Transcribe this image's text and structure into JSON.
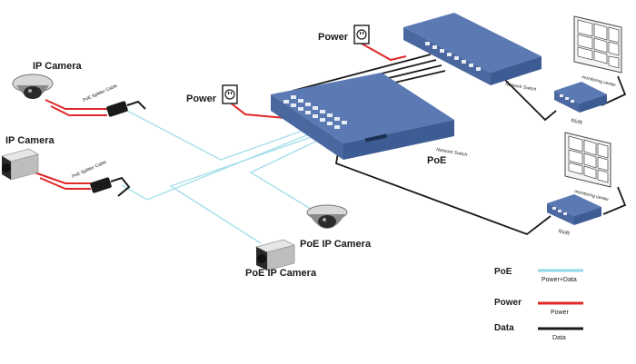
{
  "labels": {
    "ip_camera_top": "IP Camera",
    "ip_camera_bottom": "IP Camera",
    "power_left": "Power",
    "power_top": "Power",
    "poe_switch": "PoE",
    "poe_dome_camera": "PoE IP Camera",
    "poe_box_camera": "PoE IP Camera",
    "splitter_top": "PoE Splitter Cable",
    "splitter_bottom": "PoE Splitter Cable",
    "network_switch_poe": "Network Switch",
    "network_switch_top": "Network Switch",
    "nvr_top": "NVR",
    "nvr_bottom": "NVR",
    "monitoring_top": "monitoring center",
    "monitoring_bottom": "monitoring center"
  },
  "legend": {
    "items": [
      {
        "title": "PoE",
        "desc": "Power+Data",
        "color": "#8fd9e8"
      },
      {
        "title": "Power",
        "desc": "Power",
        "color": "#e02828"
      },
      {
        "title": "Data",
        "desc": "Data",
        "color": "#1a1a1a"
      }
    ]
  },
  "colors": {
    "poe_line": "#a6dfea",
    "power_line": "#e02828",
    "data_line": "#1a1a1a",
    "switch_top": "#5b79b3",
    "switch_side": "#3e5c94"
  }
}
